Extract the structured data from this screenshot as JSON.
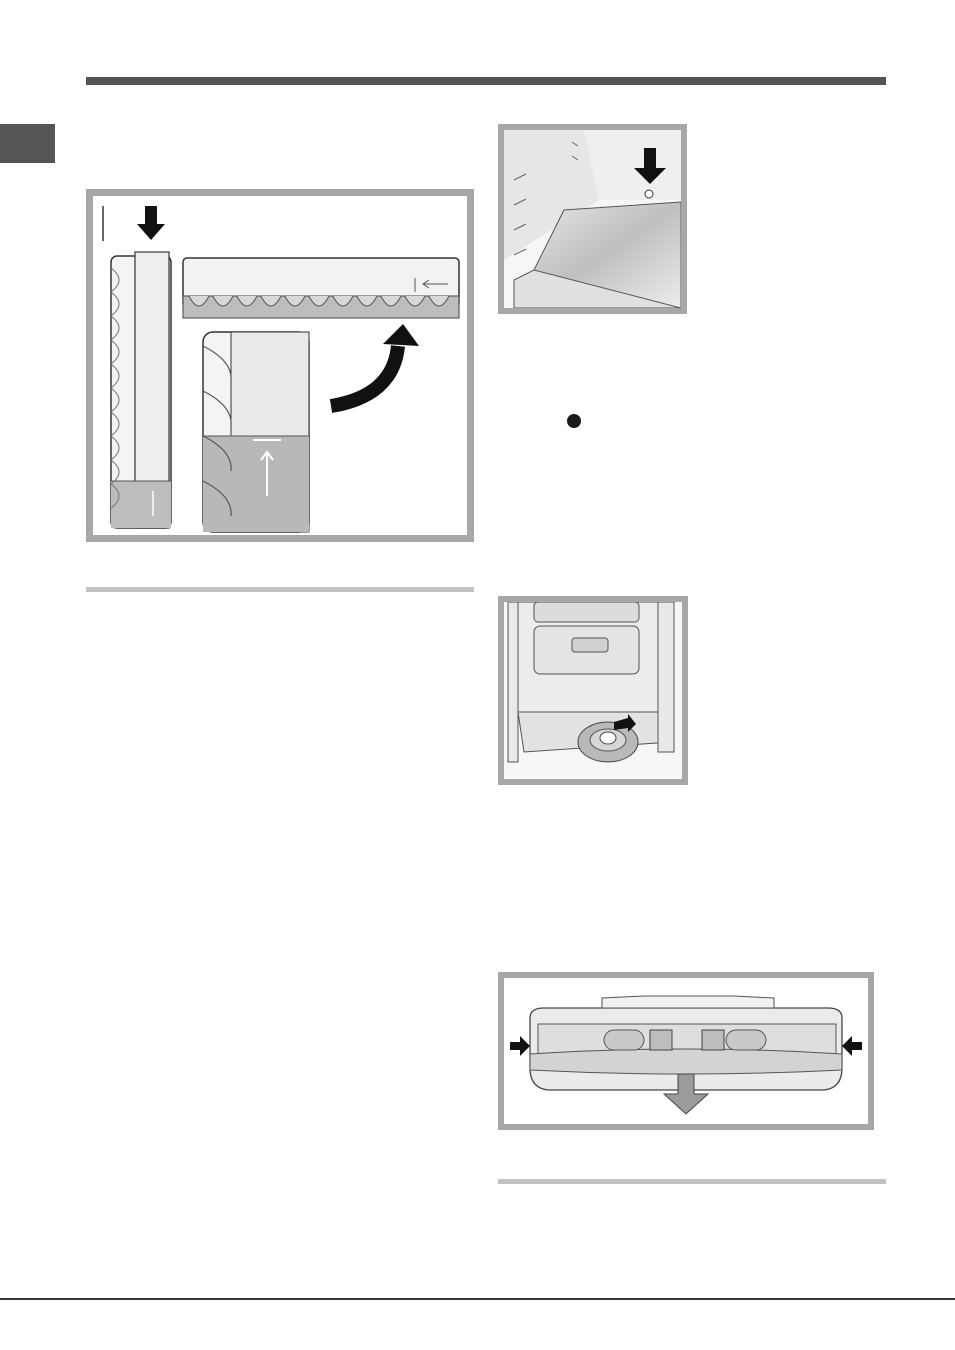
{
  "page": {
    "header_rule": "",
    "side_tab": ""
  },
  "figures": {
    "ice_tray": {
      "icon": "ice-tray-fill-illustration"
    },
    "fridge_interior": {
      "icon": "fridge-shelf-pin-illustration"
    },
    "fridge_base": {
      "icon": "fridge-drain-plug-illustration"
    },
    "freezer_flap": {
      "icon": "freezer-flap-removal-illustration"
    }
  },
  "bullet": {
    "icon": "bullet-dot-icon"
  },
  "colors": {
    "rule_dark": "#555555",
    "frame_gray": "#a7a7a9",
    "rule_light": "#c2c2c6"
  }
}
